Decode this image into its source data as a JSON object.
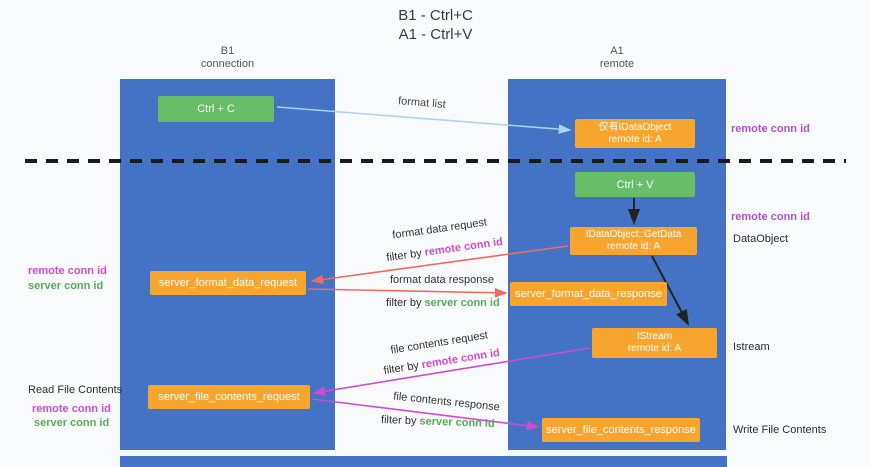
{
  "title": {
    "line1": "B1 - Ctrl+C",
    "line2": "A1 - Ctrl+V"
  },
  "lifelines": {
    "left": {
      "name": "B1",
      "role": "connection"
    },
    "right": {
      "name": "A1",
      "role": "remote"
    }
  },
  "boxes": {
    "ctrl_c": "Ctrl + C",
    "ctrl_v": "Ctrl + V",
    "idataobject_line1": "仅有IDataObject",
    "idataobject_line2": "remote id: A",
    "getdata_line1": "IDataObject::GetData",
    "getdata_line2": "remote id: A",
    "istream_line1": "IStream",
    "istream_line2": "remote id: A",
    "format_request": "server_format_data_request",
    "format_response": "server_format_data_response",
    "file_request": "server_file_contents_request",
    "file_response": "server_file_contents_response"
  },
  "arrow_labels": {
    "format_list": "format list",
    "format_request": "format data request",
    "format_request_filter_prefix": "filter by ",
    "format_request_filter_value": "remote conn id",
    "format_response": "format data response",
    "format_response_filter_prefix": "filter by ",
    "format_response_filter_value": "server conn id",
    "file_request": "file contents request",
    "file_request_filter_prefix": "filter by ",
    "file_request_filter_value": "remote conn id",
    "file_response": "file contents response",
    "file_response_filter_prefix": "filter by ",
    "file_response_filter_value": "server conn id"
  },
  "side_labels": {
    "right_remote_conn_top": "remote conn id",
    "right_remote_conn_mid": "remote conn id",
    "right_dataobject": "DataObject",
    "right_istream": "Istream",
    "right_write_file": "Write File Contents",
    "left_remote_conn_1": "remote conn id",
    "left_server_conn_1": "server conn id",
    "left_read_file": "Read File Contents",
    "left_remote_conn_2": "remote conn id",
    "left_server_conn_2": "server conn id"
  },
  "colors": {
    "lifeline_blue": "#4472C4",
    "box_green": "#68BD68",
    "box_orange": "#F7A52D",
    "arrow_blue": "#A9D3EE",
    "arrow_red": "#EF6B5E",
    "arrow_magenta": "#CF4BCF",
    "arrow_black": "#222222",
    "label_purple": "#B04FD0",
    "label_magenta": "#CF4BCF",
    "label_green": "#56AB5A",
    "dashed_line": "#1A1A1A",
    "background": "#F9FAFB"
  }
}
